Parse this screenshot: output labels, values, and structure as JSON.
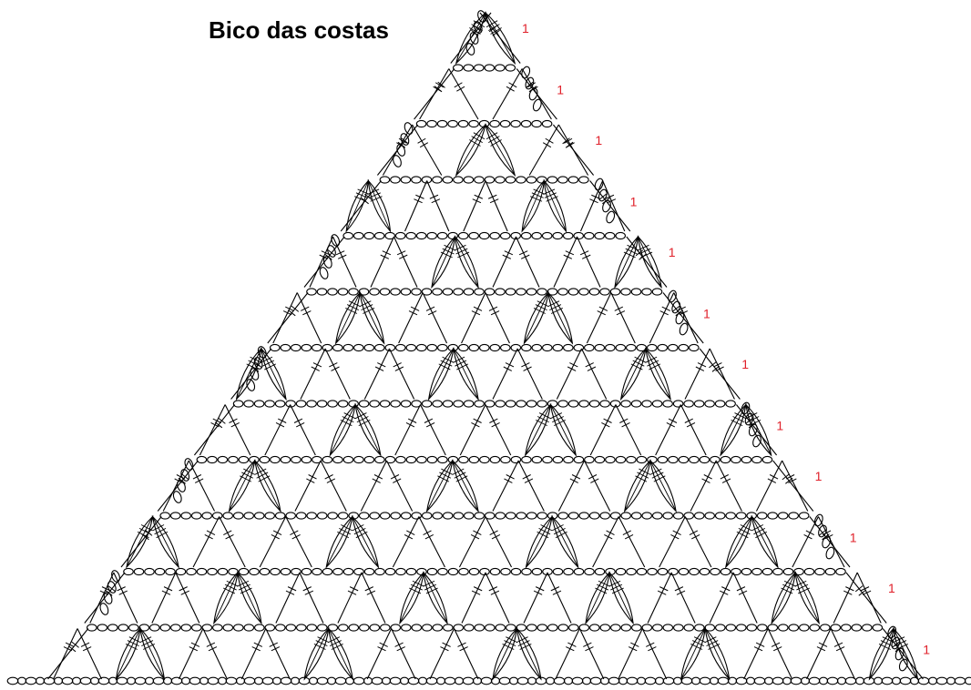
{
  "title": "Bico das costas",
  "row_label": "1",
  "colors": {
    "ink": "#000000",
    "row_label": "#e0202a",
    "background": "#ffffff"
  },
  "symbols": [
    "chain-oval-icon",
    "double-crochet-icon",
    "treble-cluster-icon"
  ],
  "diagram": {
    "rows": 12,
    "chains_per_repeat": 4,
    "foundation_chain_count": 53
  }
}
